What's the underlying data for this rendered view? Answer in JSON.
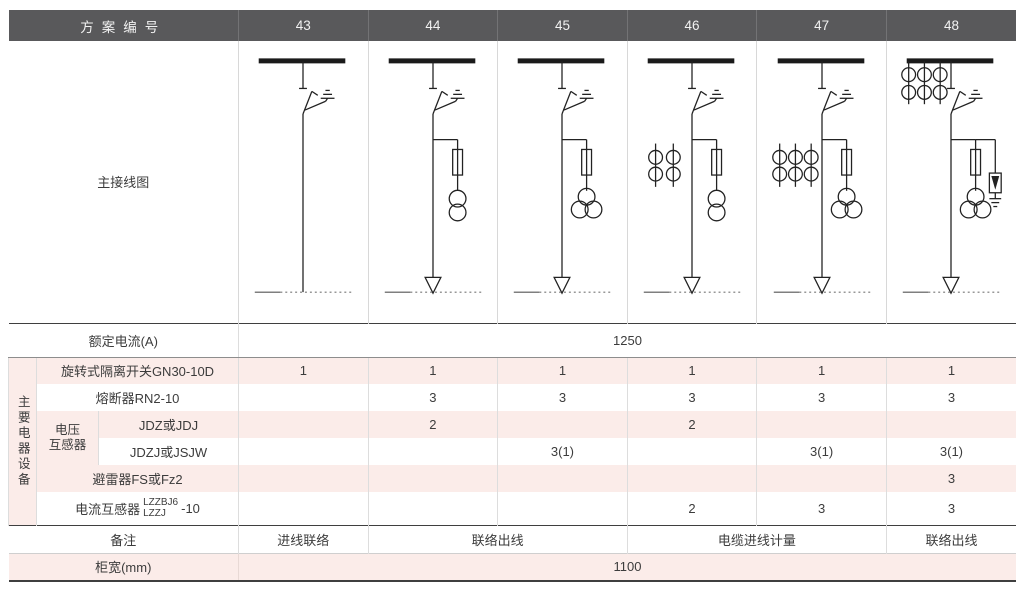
{
  "header": {
    "label": "方案编号",
    "schemes": [
      "43",
      "44",
      "45",
      "46",
      "47",
      "48"
    ]
  },
  "labels": {
    "main_diagram": "主接线图",
    "equipment_group": "主要电器设备"
  },
  "rated_current": {
    "label": "额定电流(A)",
    "value": "1250"
  },
  "equipment": {
    "vt_group": {
      "line1": "电压",
      "line2": "互感器"
    },
    "ct_label": {
      "prefix": "电流互感器",
      "model_top": "LZZBJ6",
      "model_bottom": "LZZJ",
      "suffix": "-10"
    },
    "rows": [
      {
        "label": "旋转式隔离开关GN30-10D",
        "values": [
          "1",
          "1",
          "1",
          "1",
          "1",
          "1"
        ]
      },
      {
        "label": "熔断器RN2-10",
        "values": [
          "",
          "3",
          "3",
          "3",
          "3",
          "3"
        ]
      },
      {
        "label": "JDZ或JDJ",
        "values": [
          "",
          "2",
          "",
          "2",
          "",
          ""
        ]
      },
      {
        "label": "JDZJ或JSJW",
        "values": [
          "",
          "",
          "3(1)",
          "",
          "3(1)",
          "3(1)"
        ]
      },
      {
        "label": "避雷器FS或Fz2",
        "values": [
          "",
          "",
          "",
          "",
          "",
          "3"
        ]
      },
      {
        "label": "电流互感器",
        "values": [
          "",
          "",
          "",
          "2",
          "3",
          "3"
        ]
      }
    ]
  },
  "remarks": {
    "label": "备注",
    "items": [
      {
        "text": "进线联络",
        "span": 1
      },
      {
        "text": "联络出线",
        "span": 2
      },
      {
        "text": "电缆进线计量",
        "span": 2
      },
      {
        "text": "联络出线",
        "span": 1
      }
    ]
  },
  "cabinet_width": {
    "label": "柜宽(mm)",
    "value": "1100"
  },
  "colors": {
    "header_bg": "#59595b",
    "pink_row": "#fbece9",
    "rule_dark": "#3f3f3f",
    "rule_light": "#dddddd"
  },
  "diagrams": [
    {
      "scheme": "43",
      "busbar": true,
      "switch": true,
      "earth_switch": true,
      "cts": 0,
      "ct_pos": null,
      "fuse": false,
      "pt": 0,
      "arrester": false,
      "feeder_arrow": false
    },
    {
      "scheme": "44",
      "busbar": true,
      "switch": true,
      "earth_switch": true,
      "cts": 0,
      "ct_pos": null,
      "fuse": true,
      "pt": 2,
      "arrester": false,
      "feeder_arrow": true
    },
    {
      "scheme": "45",
      "busbar": true,
      "switch": true,
      "earth_switch": true,
      "cts": 0,
      "ct_pos": null,
      "fuse": true,
      "pt": 3,
      "arrester": false,
      "feeder_arrow": true
    },
    {
      "scheme": "46",
      "busbar": true,
      "switch": true,
      "earth_switch": true,
      "cts": 2,
      "ct_pos": "mid",
      "fuse": true,
      "pt": 2,
      "arrester": false,
      "feeder_arrow": true
    },
    {
      "scheme": "47",
      "busbar": true,
      "switch": true,
      "earth_switch": true,
      "cts": 3,
      "ct_pos": "mid",
      "fuse": true,
      "pt": 3,
      "arrester": false,
      "feeder_arrow": true
    },
    {
      "scheme": "48",
      "busbar": true,
      "switch": true,
      "earth_switch": true,
      "cts": 3,
      "ct_pos": "top",
      "fuse": true,
      "pt": 3,
      "arrester": true,
      "feeder_arrow": true
    }
  ]
}
